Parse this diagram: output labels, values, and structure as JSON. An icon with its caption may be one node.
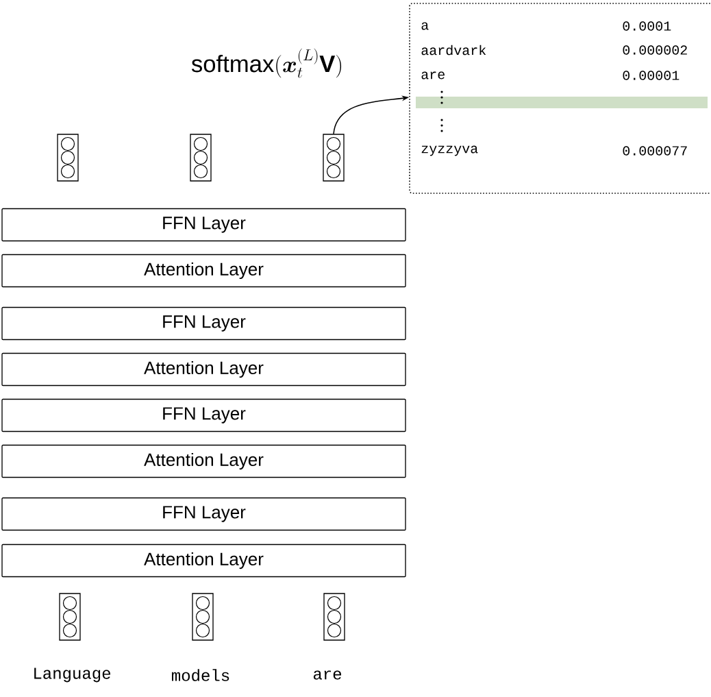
{
  "diagram": {
    "nodes": [
      {
        "text": [],
        "shape": "box"
      },
      {
        "text": [],
        "shape": "box"
      },
      {
        "text": [],
        "shape": "box"
      },
      {
        "text": [
          "FFN Layer"
        ]
      },
      {
        "text": [
          "Attention Layer"
        ]
      },
      {
        "text": [
          "FFN Layer"
        ]
      },
      {
        "text": [
          "Attention Layer"
        ]
      },
      {
        "text": [
          "FFN Layer"
        ]
      },
      {
        "text": [
          "Attention Layer"
        ]
      },
      {
        "text": [
          "FFN Layer"
        ]
      },
      {
        "text": [
          "Attention Layer"
        ]
      },
      {
        "text": [],
        "shape": "box"
      },
      {
        "text": [],
        "shape": "box"
      },
      {
        "text": [],
        "shape": "box"
      },
      {
        "text": [
          "a",
          "0.0001",
          "aardvark",
          "0.000002",
          "are",
          "0.00001",
          "zyzzyva",
          "0.000077"
        ]
      }
    ],
    "edges": [
      {
        "from": 2,
        "to": 14,
        "arrow": "to"
      }
    ],
    "labels": [
      "\\mathrm{softmax}(\\boldsymbol{x}_t^{(L)}\\mathbf{V})",
      "Language",
      "models",
      "are"
    ]
  }
}
